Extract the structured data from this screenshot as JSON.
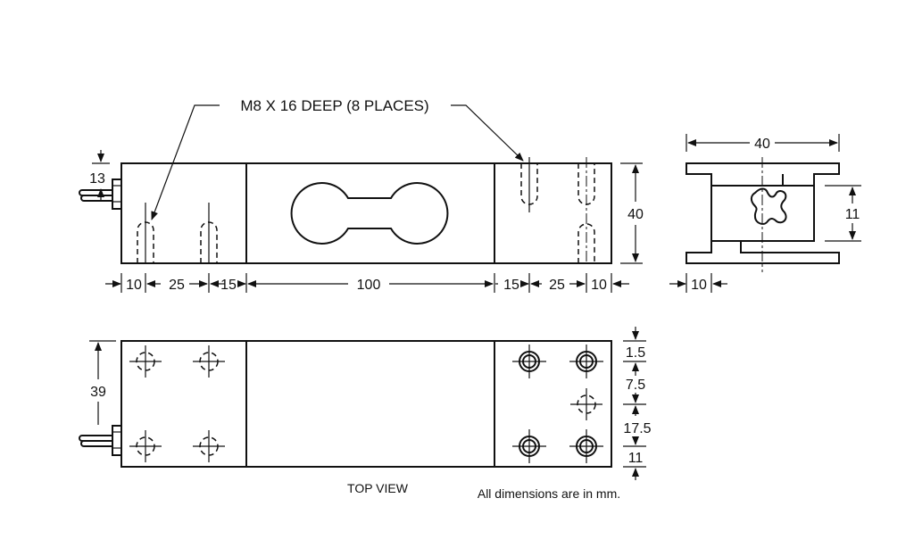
{
  "callout": "M8 X 16 DEEP (8 PLACES)",
  "side_view": {
    "height_dim": "40",
    "connector_dim": "13",
    "length_dims": [
      "10",
      "25",
      "15",
      "100",
      "15",
      "25",
      "10"
    ]
  },
  "end_view": {
    "width_dim": "40",
    "gap_dim": "11",
    "offset_dim": "10"
  },
  "top_view": {
    "label": "TOP VIEW",
    "width_dim": "39",
    "right_dims": [
      "1.5",
      "7.5",
      "17.5",
      "11"
    ]
  },
  "note": "All dimensions are in mm."
}
